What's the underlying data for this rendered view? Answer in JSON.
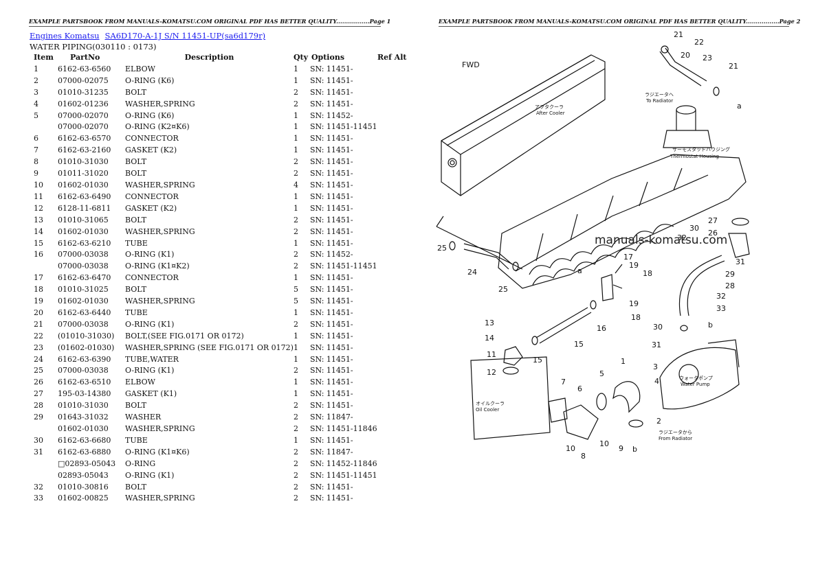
{
  "header": {
    "left": "EXAMPLE PARTSBOOK FROM MANUALS-KOMATSU.COM ORIGINAL PDF HAS BETTER QUALITY.................Page 1",
    "right": "EXAMPLE PARTSBOOK FROM MANUALS-KOMATSU.COM ORIGINAL PDF HAS BETTER QUALITY.................Page 2"
  },
  "breadcrumb": {
    "link1": "Engines Komatsu",
    "link2": "SA6D170-A-1J S/N 11451-UP(sa6d179r)"
  },
  "section_title": "WATER PIPING(030110 : 0173)",
  "table": {
    "headers": [
      "Item",
      "PartNo",
      "Description",
      "Qty",
      "Options",
      "Ref Alt"
    ],
    "rows": [
      {
        "item": "1",
        "part": "6162-63-6560",
        "desc": "ELBOW",
        "qty": "1",
        "opt": "SN: 11451-"
      },
      {
        "item": "2",
        "part": "07000-02075",
        "desc": "O-RING (K6)",
        "qty": "1",
        "opt": "SN: 11451-"
      },
      {
        "item": "3",
        "part": "01010-31235",
        "desc": "BOLT",
        "qty": "2",
        "opt": "SN: 11451-"
      },
      {
        "item": "4",
        "part": "01602-01236",
        "desc": "WASHER,SPRING",
        "qty": "2",
        "opt": "SN: 11451-"
      },
      {
        "item": "5",
        "part": "07000-02070",
        "desc": "O-RING (K6)",
        "qty": "1",
        "opt": "SN: 11452-"
      },
      {
        "item": "",
        "part": "07000-02070",
        "desc": "O-RING (K2¤K6)",
        "qty": "1",
        "opt": "SN: 11451-11451"
      },
      {
        "item": "6",
        "part": "6162-63-6570",
        "desc": "CONNECTOR",
        "qty": "1",
        "opt": "SN: 11451-"
      },
      {
        "item": "7",
        "part": "6162-63-2160",
        "desc": "GASKET (K2)",
        "qty": "1",
        "opt": "SN: 11451-"
      },
      {
        "item": "8",
        "part": "01010-31030",
        "desc": "BOLT",
        "qty": "2",
        "opt": "SN: 11451-"
      },
      {
        "item": "9",
        "part": "01011-31020",
        "desc": "BOLT",
        "qty": "2",
        "opt": "SN: 11451-"
      },
      {
        "item": "10",
        "part": "01602-01030",
        "desc": "WASHER,SPRING",
        "qty": "4",
        "opt": "SN: 11451-"
      },
      {
        "item": "11",
        "part": "6162-63-6490",
        "desc": "CONNECTOR",
        "qty": "1",
        "opt": "SN: 11451-"
      },
      {
        "item": "12",
        "part": "6128-11-6811",
        "desc": "GASKET (K2)",
        "qty": "1",
        "opt": "SN: 11451-"
      },
      {
        "item": "13",
        "part": "01010-31065",
        "desc": "BOLT",
        "qty": "2",
        "opt": "SN: 11451-"
      },
      {
        "item": "14",
        "part": "01602-01030",
        "desc": "WASHER,SPRING",
        "qty": "2",
        "opt": "SN: 11451-"
      },
      {
        "item": "15",
        "part": "6162-63-6210",
        "desc": "TUBE",
        "qty": "1",
        "opt": "SN: 11451-"
      },
      {
        "item": "16",
        "part": "07000-03038",
        "desc": "O-RING (K1)",
        "qty": "2",
        "opt": "SN: 11452-"
      },
      {
        "item": "",
        "part": "07000-03038",
        "desc": "O-RING (K1¤K2)",
        "qty": "2",
        "opt": "SN: 11451-11451"
      },
      {
        "item": "17",
        "part": "6162-63-6470",
        "desc": "CONNECTOR",
        "qty": "1",
        "opt": "SN: 11451-"
      },
      {
        "item": "18",
        "part": "01010-31025",
        "desc": "BOLT",
        "qty": "5",
        "opt": "SN: 11451-"
      },
      {
        "item": "19",
        "part": "01602-01030",
        "desc": "WASHER,SPRING",
        "qty": "5",
        "opt": "SN: 11451-"
      },
      {
        "item": "20",
        "part": "6162-63-6440",
        "desc": "TUBE",
        "qty": "1",
        "opt": "SN: 11451-"
      },
      {
        "item": "21",
        "part": "07000-03038",
        "desc": "O-RING (K1)",
        "qty": "2",
        "opt": "SN: 11451-"
      },
      {
        "item": "22",
        "part": "(01010-31030)",
        "desc": "BOLT,(SEE FIG.0171 OR 0172)",
        "qty": "1",
        "opt": "SN: 11451-"
      },
      {
        "item": "23",
        "part": "(01602-01030)",
        "desc": "WASHER,SPRING (SEE FIG.0171 OR 0172)",
        "qty": "1",
        "opt": "SN: 11451-"
      },
      {
        "item": "24",
        "part": "6162-63-6390",
        "desc": "TUBE,WATER",
        "qty": "1",
        "opt": "SN: 11451-"
      },
      {
        "item": "25",
        "part": "07000-03038",
        "desc": "O-RING (K1)",
        "qty": "2",
        "opt": "SN: 11451-"
      },
      {
        "item": "26",
        "part": "6162-63-6510",
        "desc": "ELBOW",
        "qty": "1",
        "opt": "SN: 11451-"
      },
      {
        "item": "27",
        "part": "195-03-14380",
        "desc": "GASKET (K1)",
        "qty": "1",
        "opt": "SN: 11451-"
      },
      {
        "item": "28",
        "part": "01010-31030",
        "desc": "BOLT",
        "qty": "2",
        "opt": "SN: 11451-"
      },
      {
        "item": "29",
        "part": "01643-31032",
        "desc": "WASHER",
        "qty": "2",
        "opt": "SN: 11847-"
      },
      {
        "item": "",
        "part": "01602-01030",
        "desc": "WASHER,SPRING",
        "qty": "2",
        "opt": "SN: 11451-11846"
      },
      {
        "item": "30",
        "part": "6162-63-6680",
        "desc": "TUBE",
        "qty": "1",
        "opt": "SN: 11451-"
      },
      {
        "item": "31",
        "part": "6162-63-6880",
        "desc": "O-RING (K1¤K6)",
        "qty": "2",
        "opt": "SN: 11847-"
      },
      {
        "item": "",
        "part": "□02893-05043",
        "desc": "O-RING",
        "qty": "2",
        "opt": "SN: 11452-11846"
      },
      {
        "item": "",
        "part": "02893-05043",
        "desc": "O-RING (K1)",
        "qty": "2",
        "opt": "SN: 11451-11451"
      },
      {
        "item": "32",
        "part": "01010-30816",
        "desc": "BOLT",
        "qty": "2",
        "opt": "SN: 11451-"
      },
      {
        "item": "33",
        "part": "01602-00825",
        "desc": "WASHER,SPRING",
        "qty": "2",
        "opt": "SN: 11451-"
      }
    ]
  },
  "diagram": {
    "watermark": "manuals-komatsu.com",
    "fwd_label": "FWD",
    "callouts": [
      "1",
      "2",
      "3",
      "4",
      "5",
      "6",
      "7",
      "8",
      "9",
      "10",
      "11",
      "12",
      "13",
      "14",
      "15",
      "16",
      "17",
      "18",
      "19",
      "20",
      "21",
      "22",
      "23",
      "24",
      "25",
      "26",
      "27",
      "28",
      "29",
      "30",
      "31",
      "32",
      "33",
      "a",
      "b"
    ],
    "annotations": {
      "after_cooler_jp": "アフタクーラ",
      "after_cooler": "After Cooler",
      "to_radiator_jp": "ラジエータへ",
      "to_radiator": "To Radiator",
      "thermostat_jp": "サーモスタットハウジング",
      "thermostat": "Thermostat Housing",
      "oil_cooler_jp": "オイルクーラ",
      "oil_cooler": "Oil Cooler",
      "water_pump_jp": "ウォータポンプ",
      "water_pump": "Water Pump",
      "from_radiator_jp": "ラジエータから",
      "from_radiator": "From Radiator"
    }
  }
}
